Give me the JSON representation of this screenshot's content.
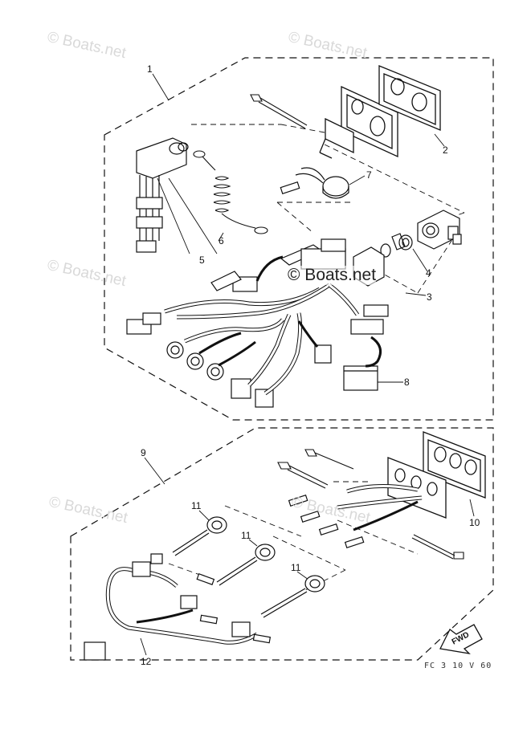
{
  "watermarks": {
    "faint": "© Boats.net",
    "center": "© Boats.net"
  },
  "callouts": {
    "c1": "1",
    "c2": "2",
    "c3": "3",
    "c4": "4",
    "c5": "5",
    "c6": "6",
    "c7": "7",
    "c8": "8",
    "c9": "9",
    "c10": "10",
    "c11a": "11",
    "c11b": "11",
    "c11c": "11",
    "c12": "12"
  },
  "fwd_label": "FWD",
  "diagram_code": "FC 3 10 V 60",
  "colors": {
    "line": "#111111",
    "watermark": "#d9d9d9"
  }
}
